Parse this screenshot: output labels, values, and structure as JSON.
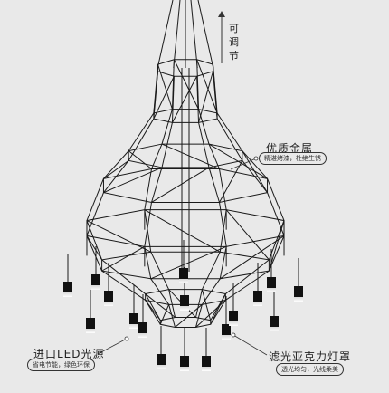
{
  "annotations": {
    "adjustable": "可调节",
    "quality_metal": {
      "title": "优质金属",
      "sub": "精湛烤漆，杜绝生锈"
    },
    "led_source": {
      "title": "进口LED光源",
      "sub": "省电节能，绿色环保"
    },
    "acrylic_shade": {
      "title": "滤光亚克力灯罩",
      "sub": "透光均匀，光线柔美"
    }
  },
  "colors": {
    "background": "#e9e9e9",
    "wire": "#1a1a1a",
    "lamp_body": "#111111",
    "lamp_glow": "#ffffff"
  },
  "fixture": {
    "type": "wire-frame chandelier",
    "pendant_count": 20
  }
}
